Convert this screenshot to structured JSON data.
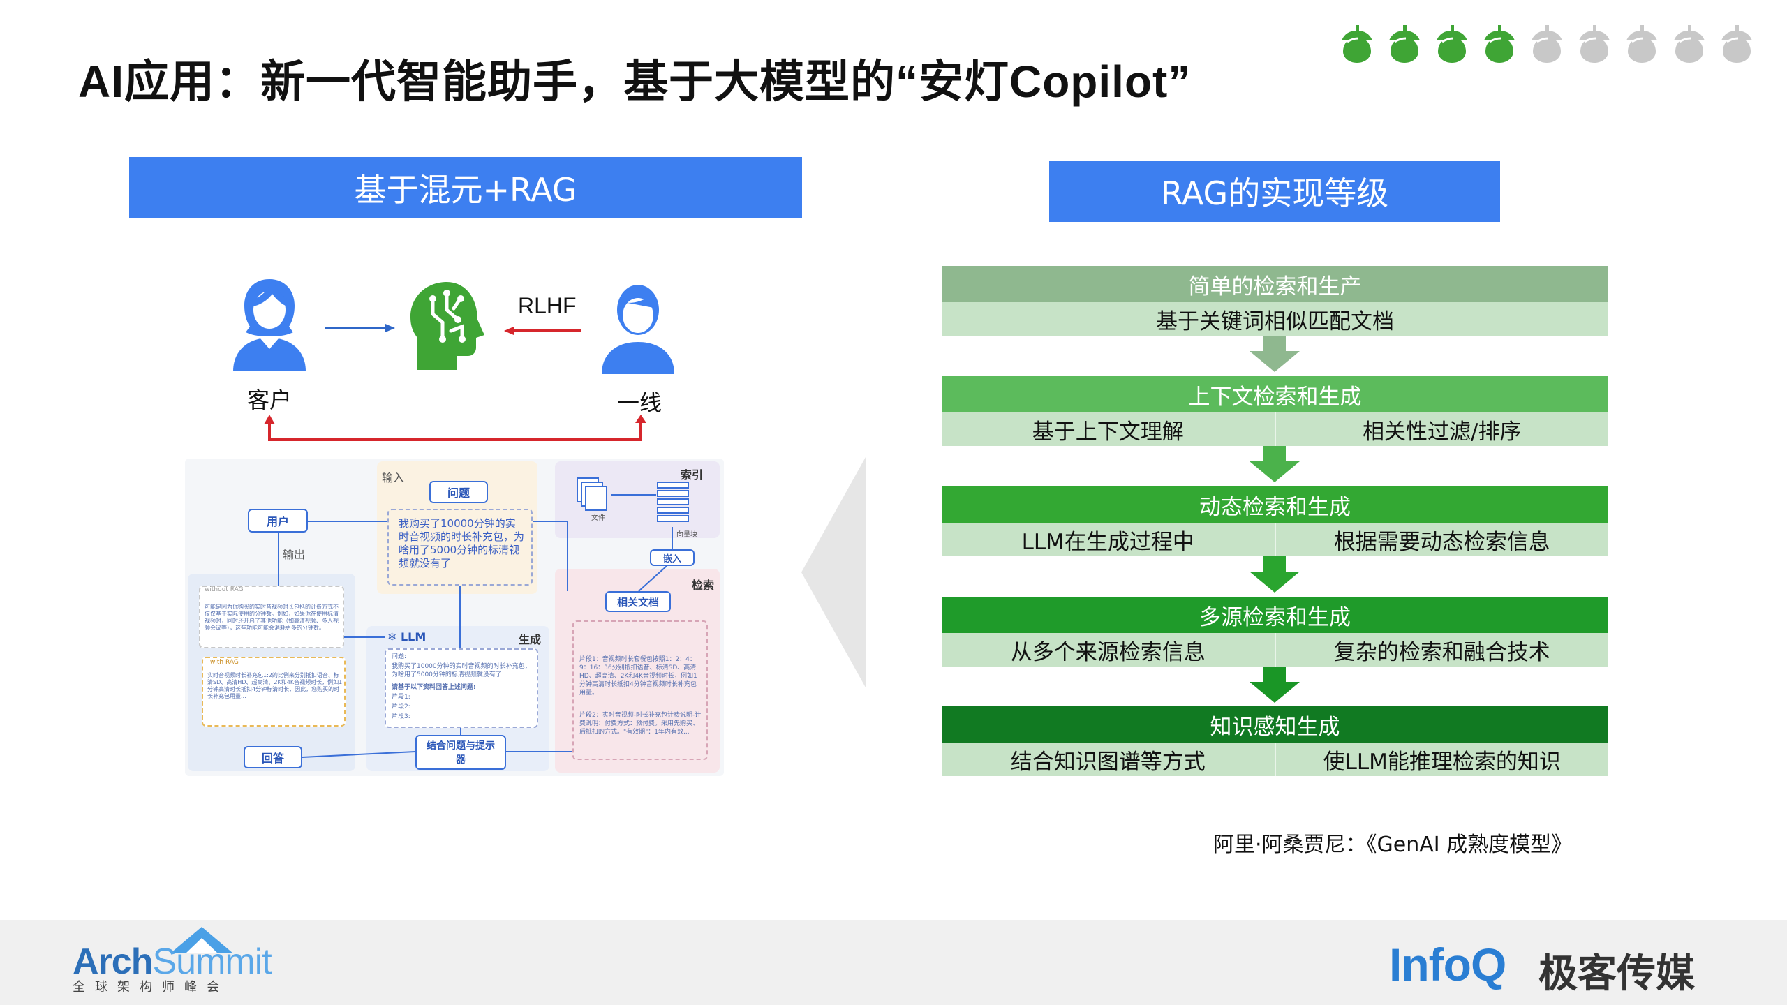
{
  "title": "AI应用：新一代智能助手，基于大模型的“安灯Copilot”",
  "progress": {
    "filled": 4,
    "total": 9,
    "filled_color": "#3fa535",
    "empty_color": "#c8c8c8"
  },
  "left_panel": {
    "header": "基于混元+RAG",
    "customer_label": "客户",
    "frontline_label": "一线",
    "rlhf_label": "RLHF",
    "diagram": {
      "input_label": "输入",
      "question_pill": "问题",
      "question_text": "我购买了10000分钟的实时音视频的时长补充包，为啥用了5000分钟的标清视频就没有了",
      "user_pill": "用户",
      "output_label": "输出",
      "index_label": "索引",
      "file_label": "文件",
      "vector_label": "向量块",
      "embed_pill": "嵌入",
      "retrieve_label": "检索",
      "related_docs_pill": "相关文档",
      "generate_label": "生成",
      "llm_label": "LLM",
      "without_rag": "without RAG",
      "with_rag": "with RAG",
      "answer_pill": "回答",
      "combine_pill": "结合问题与提示器",
      "llm_question": "问题:",
      "llm_question_body": "我购买了10000分钟的实时音视频的时长补充包，为啥用了5000分钟的标清视频就没有了",
      "llm_prompt": "请基于以下资料回答上述问题:",
      "llm_frag1": "片段1:",
      "llm_frag2": "片段2:",
      "llm_frag3": "片段3:",
      "without_rag_text": "可能是因为你购买的实时音视频时长包括的计费方式不仅仅基于实际使用的分钟数。例如，如果你在使用标清视频时，同时还开启了其他功能（如高清视频、多人视频会议等），这些功能可能会消耗更多的分钟数。",
      "with_rag_text": "实时音视频时长补充包1:2的比例来分别抵扣语音、标清SD、高清HD、超高清、2K和4K音视频时长，例如1分钟高清时长抵扣4分钟标清时长，因此，您购买的时长补充包用量...",
      "docs_text1": "片段1：音视频时长套餐包按照1：2：4：9：16：36分别抵扣语音、标清SD、高清HD、超高清、2K和4K音视频时长，例如1分钟高清时长抵扣4分钟音视频时长补充包用量。",
      "docs_text2": "片段2：实时音视频-时长补充包计费说明-计费说明：付费方式：预付费。采用先购买、后抵扣的方式。\"有效期\"：1年内有效..."
    }
  },
  "right_panel": {
    "header": "RAG的实现等级",
    "levels": [
      {
        "name": "简单的检索和生产",
        "cells": [
          "基于关键词相似匹配文档"
        ],
        "head_color": "#8fb88f"
      },
      {
        "name": "上下文检索和生成",
        "cells": [
          "基于上下文理解",
          "相关性过滤/排序"
        ],
        "head_color": "#5cbb5c"
      },
      {
        "name": "动态检索和生成",
        "cells": [
          "LLM在生成过程中",
          "根据需要动态检索信息"
        ],
        "head_color": "#33a833"
      },
      {
        "name": "多源检索和生成",
        "cells": [
          "从多个来源检索信息",
          "复杂的检索和融合技术"
        ],
        "head_color": "#1f9b2a"
      },
      {
        "name": "知识感知生成",
        "cells": [
          "结合知识图谱等方式",
          "使LLM能推理检索的知识"
        ],
        "head_color": "#117a22"
      }
    ],
    "arrow_colors": [
      "#8fb88f",
      "#4bb24b",
      "#2aa52f",
      "#1a9626"
    ]
  },
  "citation": "阿里·阿桑贾尼：《GenAI 成熟度模型》",
  "footer": {
    "arch_name_a": "Arch",
    "arch_name_b": "Summit",
    "arch_sub": "全球架构师峰会",
    "infoq_name": "InfoQ",
    "infoq_cn": "极客传媒"
  }
}
